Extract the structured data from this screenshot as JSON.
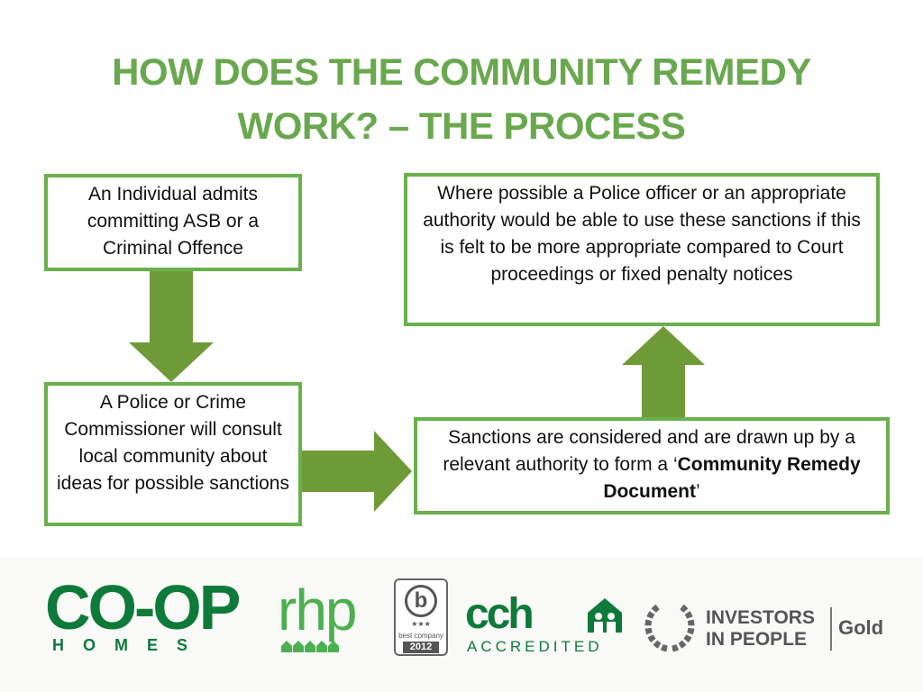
{
  "title": {
    "line1": "HOW DOES THE COMMUNITY REMEDY",
    "line2": "WORK? – THE PROCESS"
  },
  "boxes": {
    "step1": "An Individual admits committing ASB or a Criminal Offence",
    "step2": "A Police or Crime Commissioner will consult local community about ideas for possible sanctions",
    "step3_prefix": "Sanctions are considered and are drawn up by a relevant authority to form a ‘",
    "step3_bold": "Community Remedy Document",
    "step3_suffix": "’",
    "step4": "Where possible a Police officer or an appropriate authority would be able to use these sanctions if this is felt to be more appropriate compared to Court proceedings or fixed penalty notices"
  },
  "logos": {
    "coop_main": "CO-OP",
    "coop_sub": "HOMES",
    "rhp": "rhp",
    "best_company_letter": "b",
    "best_company_stars": "★★★",
    "best_company_text": "best company",
    "best_company_year": "2012",
    "cch_main": "cch",
    "cch_sub": "ACCREDITED",
    "iip_line1": "INVESTORS",
    "iip_line2": "IN PEOPLE",
    "iip_gold": "Gold"
  },
  "colors": {
    "title": "#6aa84f",
    "box_border": "#6ab04c",
    "arrow": "#6f9a38",
    "coop": "#0e7a3a"
  }
}
